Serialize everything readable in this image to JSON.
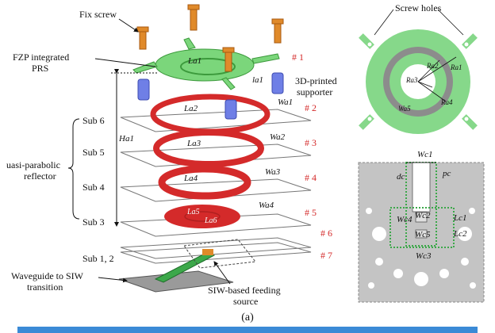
{
  "figure": {
    "caption": "(a)",
    "labels": {
      "fix_screw": "Fix screw",
      "prs_line1": "FZP integrated",
      "prs_line2": "PRS",
      "supporter_line1": "3D-printed",
      "supporter_line2": "supporter",
      "reflector_line1": "uasi-parabolic",
      "reflector_line2": "reflector",
      "waveguide_line1": "Waveguide to SIW",
      "waveguide_line2": "transition",
      "feed_line1": "SIW-based feeding",
      "feed_line2": "source",
      "screw_holes": "Screw holes"
    },
    "substrates": [
      "Sub 6",
      "Sub 5",
      "Sub 4",
      "Sub 3",
      "Sub 1, 2"
    ],
    "layer_numbers": [
      "# 1",
      "# 2",
      "# 3",
      "# 4",
      "# 5",
      "# 6",
      "# 7"
    ],
    "ring_lengths": [
      "La1",
      "La2",
      "La3",
      "La4",
      "La5",
      "La6"
    ],
    "ring_widths": [
      "Wa1",
      "Wa2",
      "Wa3",
      "Wa4",
      "Wa5"
    ],
    "other_dims": {
      "height": "Ha1",
      "lt": "la1"
    },
    "top_view_dims": [
      "Ra1",
      "Ra2",
      "Ra3",
      "Ra4",
      "Wa5"
    ],
    "feed_dims": [
      "Wc1",
      "pc",
      "dc",
      "Wc2",
      "Wc4",
      "Wc5",
      "Wc3",
      "Lc1",
      "Lc2"
    ]
  },
  "colors": {
    "ring_red": "#d42a2a",
    "prs_green": "#7bd67b",
    "top_view_green": "#86d88a",
    "ring_gray": "#7a7a7a",
    "supporter_blue": "#6f7fe6",
    "screw_orange": "#e08a2a",
    "board_gray": "#c4c4c4",
    "via_green": "#3ca84a",
    "label_red": "#d42a2a",
    "bar_blue": "#3b8ad6"
  }
}
